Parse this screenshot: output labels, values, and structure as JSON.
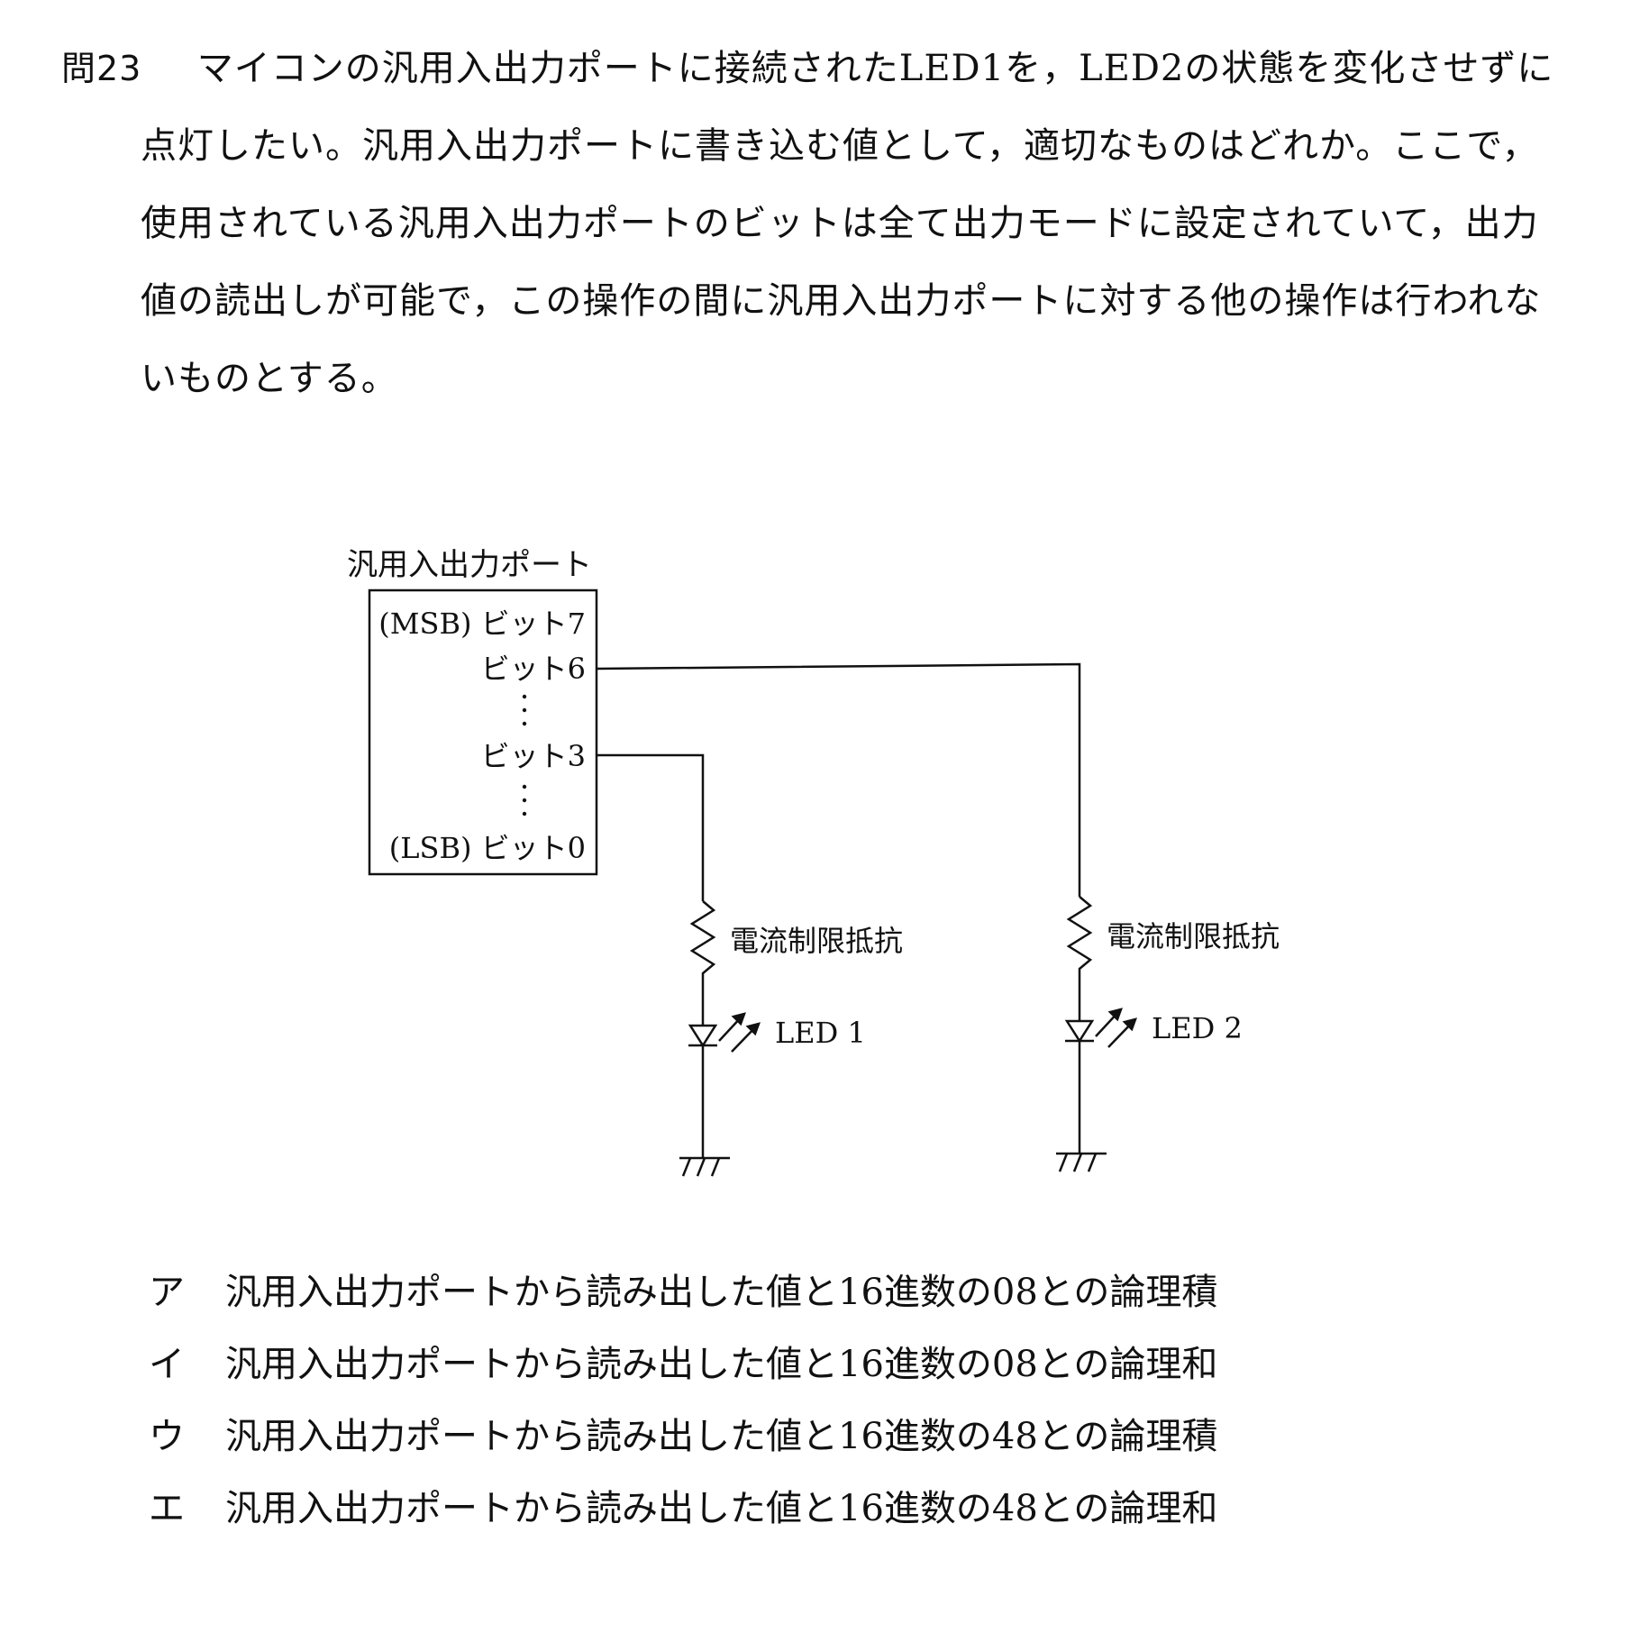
{
  "question": {
    "number": "問23",
    "lines": [
      "マイコンの汎用入出力ポートに接続されたLED1を，LED2の状態を変化させずに",
      "点灯したい。汎用入出力ポートに書き込む値として，適切なものはどれか。ここで，",
      "使用されている汎用入出力ポートのビットは全て出力モードに設定されていて，出力",
      "値の読出しが可能で，この操作の間に汎用入出力ポートに対する他の操作は行われな",
      "いものとする。"
    ]
  },
  "diagram": {
    "port_title": "汎用入出力ポート",
    "bits": {
      "bit7": "(MSB) ビット7",
      "bit6": "ビット6",
      "bit3": "ビット3",
      "bit0": "(LSB) ビット0"
    },
    "resistor_label": "電流制限抵抗",
    "led1_label": "LED 1",
    "led2_label": "LED 2"
  },
  "choices": [
    {
      "letter": "ア",
      "text": "汎用入出力ポートから読み出した値と16進数の08との論理積"
    },
    {
      "letter": "イ",
      "text": "汎用入出力ポートから読み出した値と16進数の08との論理和"
    },
    {
      "letter": "ウ",
      "text": "汎用入出力ポートから読み出した値と16進数の48との論理積"
    },
    {
      "letter": "エ",
      "text": "汎用入出力ポートから読み出した値と16進数の48との論理和"
    }
  ]
}
